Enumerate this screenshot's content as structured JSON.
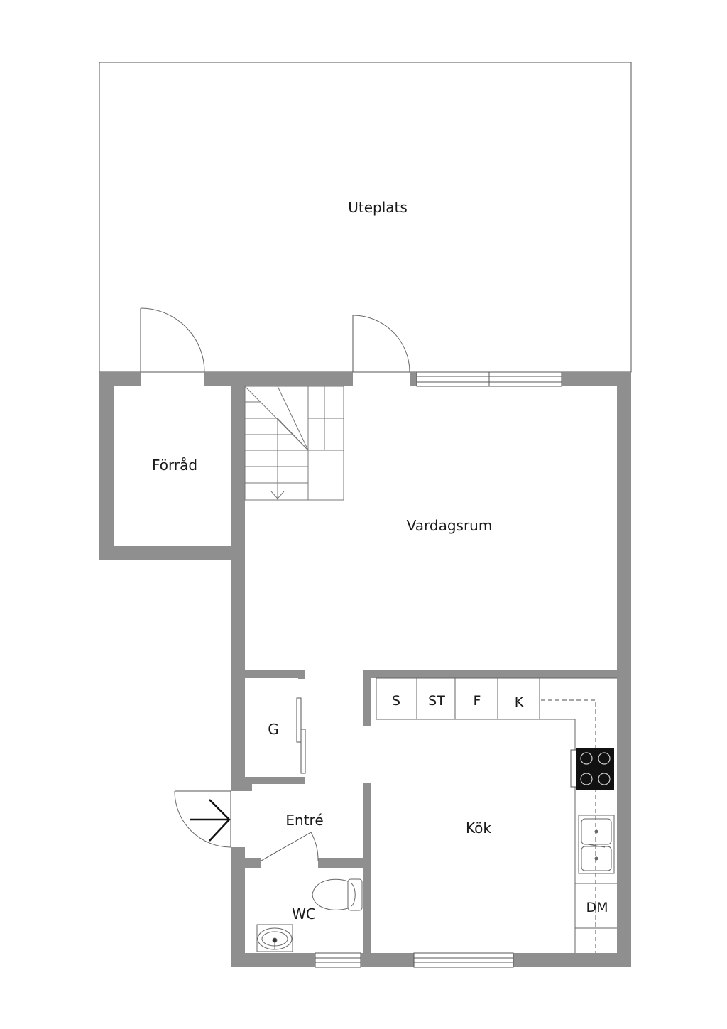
{
  "rooms": {
    "uteplats": "Uteplats",
    "forrad": "Förråd",
    "vardagsrum": "Vardagsrum",
    "garderob": "G",
    "entre": "Entré",
    "wc": "WC",
    "kok": "Kök"
  },
  "appliances": {
    "s": "S",
    "st": "ST",
    "f": "F",
    "k": "K",
    "dm": "DM"
  },
  "colors": {
    "wall": "#8f8f8f",
    "line": "#555555",
    "stove": "#111111"
  }
}
